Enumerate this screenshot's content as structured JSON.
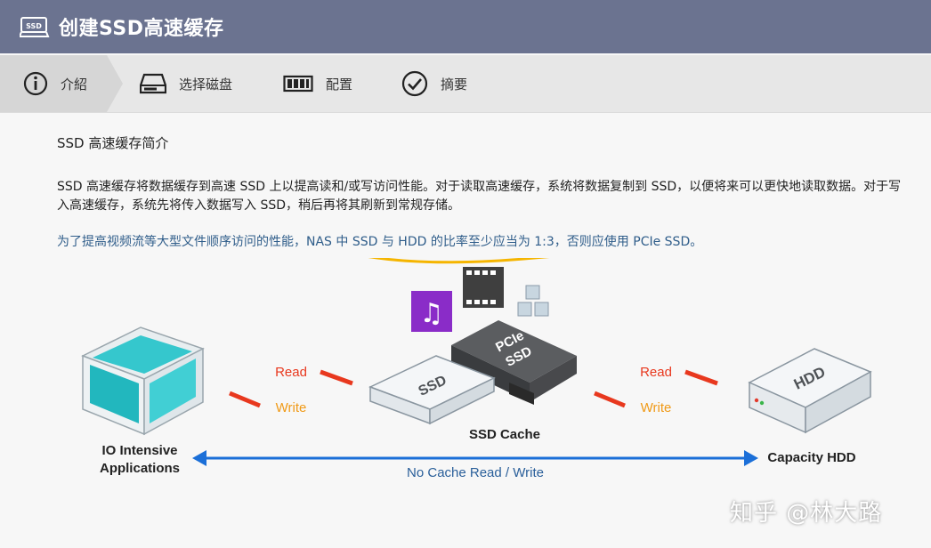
{
  "window": {
    "title": "创建SSD高速缓存",
    "title_icon": "ssd-icon"
  },
  "steps": [
    {
      "label": "介紹",
      "icon": "info-icon",
      "active": true
    },
    {
      "label": "选择磁盘",
      "icon": "disk-drive-icon",
      "active": false
    },
    {
      "label": "配置",
      "icon": "config-icon",
      "active": false
    },
    {
      "label": "摘要",
      "icon": "check-circle-icon",
      "active": false
    }
  ],
  "content": {
    "heading": "SSD 高速缓存简介",
    "paragraph": "SSD 高速缓存将数据缓存到高速 SSD 上以提高读和/或写访问性能。对于读取高速缓存，系统将数据复制到 SSD，以便将来可以更快地读取数据。对于写入高速缓存，系统先将传入数据写入 SSD，稍后再将其刷新到常规存储。",
    "note": "为了提高视频流等大型文件顺序访问的性能，NAS 中 SSD 与 HDD 的比率至少应当为 1:3，否则应使用 PCIe SSD。"
  },
  "diagram": {
    "left_label_line1": "IO Intensive",
    "left_label_line2": "Applications",
    "cache_label": "SSD Cache",
    "right_label": "Capacity HDD",
    "read_label_left": "Read",
    "write_label_left": "Write",
    "read_label_right": "Read",
    "write_label_right": "Write",
    "ssd_text": "SSD",
    "pcie_text_1": "PCIe",
    "pcie_text_2": "SSD",
    "hdd_text": "HDD",
    "no_cache_label": "No Cache Read / Write",
    "colors": {
      "cube": "#28c2c9",
      "arrow_red": "#e8381e",
      "arrow_orange": "#f5a51c",
      "blue_arrow": "#1b6fd8",
      "music_tile": "#8a2cc8",
      "highlight": "#f5b500"
    }
  },
  "watermark": "知乎 @林大路"
}
